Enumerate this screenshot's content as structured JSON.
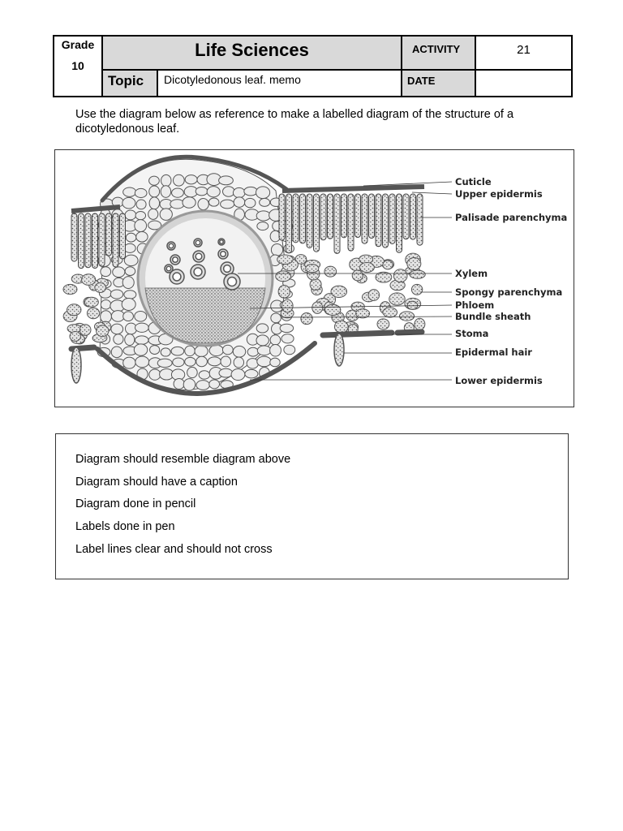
{
  "header": {
    "grade_label": "Grade",
    "grade_value": "10",
    "subject": "Life Sciences",
    "activity_label": "ACTIVITY",
    "activity_value": "21",
    "topic_label": "Topic",
    "topic_value": "Dicotyledonous leaf. memo",
    "date_label": "DATE",
    "date_value": ""
  },
  "instruction": "Use the diagram below as reference to make a labelled diagram of the structure of a dicotyledonous leaf.",
  "diagram": {
    "labels": {
      "cuticle": "Cuticle",
      "upper_epidermis": "Upper epidermis",
      "palisade": "Palisade parenchyma",
      "xylem": "Xylem",
      "spongy": "Spongy parenchyma",
      "phloem": "Phloem",
      "bundle_sheath": "Bundle sheath",
      "stoma": "Stoma",
      "epidermal_hair": "Epidermal hair",
      "lower_epidermis": "Lower epidermis"
    }
  },
  "criteria": [
    "Diagram should resemble diagram above",
    "Diagram should have a caption",
    "Diagram done in pencil",
    "Labels done in pen",
    "Label lines clear and should not cross"
  ]
}
